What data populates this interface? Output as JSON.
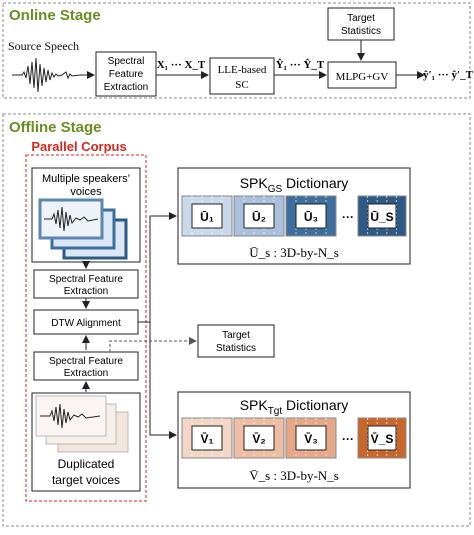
{
  "online": {
    "title": "Online Stage",
    "source_label": "Source Speech",
    "spectral_line1": "Spectral",
    "spectral_line2": "Feature",
    "spectral_line3": "Extraction",
    "x_seq": "X₁ ··· X_T",
    "lle_line1": "LLE-based",
    "lle_line2": "SC",
    "y_seq": "Ŷ₁ ··· Ŷ_T",
    "target_stats_line1": "Target",
    "target_stats_line2": "Statistics",
    "mlpg": "MLPG+GV",
    "output_seq": "ŷ′₁ ··· ŷ′_T"
  },
  "offline": {
    "title": "Offline Stage",
    "parallel_corpus": "Parallel Corpus",
    "multi_speakers_line1": "Multiple speakers’",
    "multi_speakers_line2": "voices",
    "sfe_top_line1": "Spectral Feature",
    "sfe_top_line2": "Extraction",
    "dtw": "DTW Alignment",
    "sfe_bottom_line1": "Spectral Feature",
    "sfe_bottom_line2": "Extraction",
    "duplicated_line1": "Duplicated",
    "duplicated_line2": "target voices",
    "target_stats_line1": "Target",
    "target_stats_line2": "Statistics"
  },
  "gs_dict": {
    "title_main": "SPK",
    "title_sub": "GS",
    "title_rest": " Dictionary",
    "cells": [
      "Ū₁",
      "Ū₂",
      "Ū₃",
      "···",
      "Ū_S"
    ],
    "caption": "Ū_s : 3D-by-N_s",
    "colors": [
      "#c9d8ea",
      "#a9c1dd",
      "#3d6f9e",
      "#2d5a86"
    ]
  },
  "tgt_dict": {
    "title_main": "SPK",
    "title_sub": "Tgt",
    "title_rest": " Dictionary",
    "cells": [
      "V̄₁",
      "V̄₂",
      "V̄₃",
      "···",
      "V̄_S"
    ],
    "caption": "V̄_s : 3D-by-N_s",
    "colors": [
      "#f4d6c6",
      "#edbda4",
      "#e7a888",
      "#c9672b"
    ]
  },
  "accent": {
    "section_title_color": "#6b8e23",
    "corpus_color": "#d9261c"
  }
}
